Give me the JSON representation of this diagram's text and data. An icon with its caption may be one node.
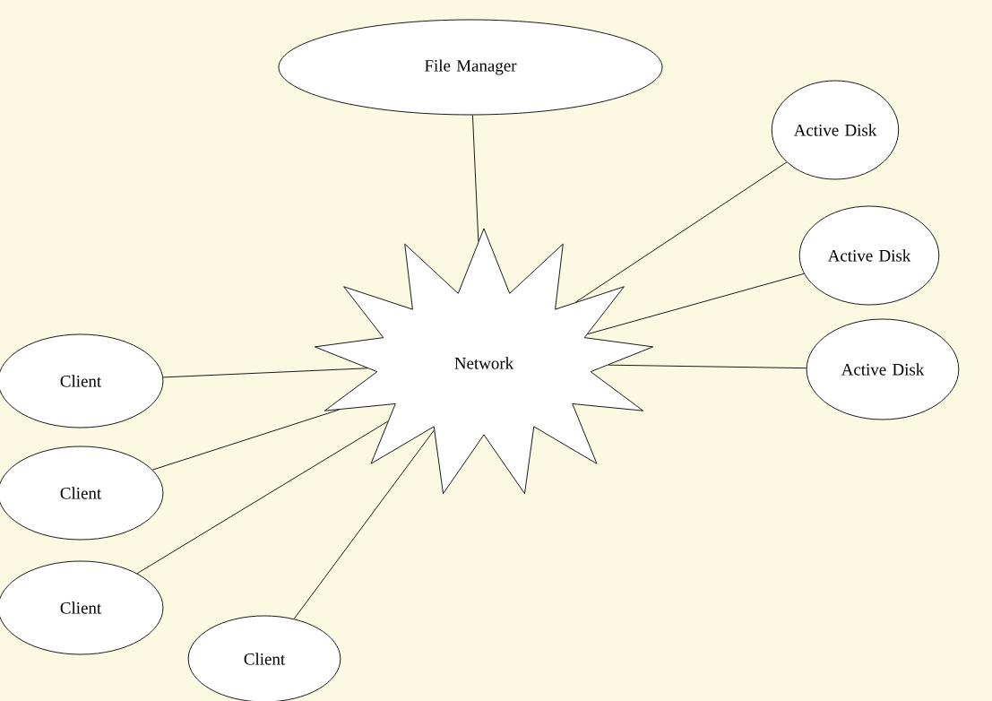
{
  "diagram": {
    "nodes": [
      {
        "text": [
          "File Manager"
        ]
      },
      {
        "text": [
          "Active Disk"
        ]
      },
      {
        "text": [
          "Active Disk"
        ]
      },
      {
        "text": [
          "Active Disk"
        ]
      },
      {
        "text": [
          "Network"
        ]
      },
      {
        "text": [
          "Client"
        ]
      },
      {
        "text": [
          "Client"
        ]
      },
      {
        "text": [
          "Client"
        ]
      },
      {
        "text": [
          "Client"
        ]
      }
    ],
    "edges": [
      {
        "from": 4,
        "to": 0,
        "arrow": "none"
      },
      {
        "from": 4,
        "to": 1,
        "arrow": "none"
      },
      {
        "from": 4,
        "to": 2,
        "arrow": "none"
      },
      {
        "from": 4,
        "to": 3,
        "arrow": "none"
      },
      {
        "from": 4,
        "to": 5,
        "arrow": "none"
      },
      {
        "from": 4,
        "to": 6,
        "arrow": "none"
      },
      {
        "from": 4,
        "to": 7,
        "arrow": "none"
      },
      {
        "from": 4,
        "to": 8,
        "arrow": "none"
      }
    ]
  }
}
